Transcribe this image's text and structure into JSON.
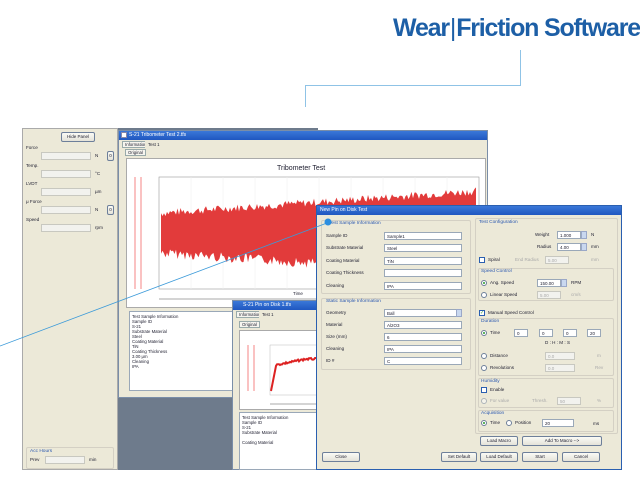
{
  "logo": {
    "left": "Wear",
    "right": "Friction Software"
  },
  "colors": {
    "brand": "#1d5fa6",
    "plot": "#e23b3b",
    "titlebar": "#1f57c0"
  },
  "left_panel": {
    "hide_button": "Hide Panel",
    "fields": [
      {
        "label": "Force",
        "unit": "N",
        "btn": "0"
      },
      {
        "label": "Temp.",
        "unit": "°C"
      },
      {
        "label": "LVDT",
        "unit": "µm"
      },
      {
        "label": "μ Force",
        "unit": "N",
        "btn": "0"
      },
      {
        "label": "Speed",
        "unit": "rpm"
      }
    ],
    "acc_title": "Acc Hours",
    "acc_label": "Prev",
    "acc_unit": "min"
  },
  "main_window": {
    "title": "S-21 Tribometer Test 2.tfs",
    "tabs": [
      "Information",
      "Test 1"
    ],
    "subtab": "Original",
    "chart_title": "Tribometer Test",
    "x_axis_label": "Time",
    "info": "Test Sample Information\nSample ID\nS-21\nSubstrate Material\nSteel\nCoating Material\nTiN\nCoating Thickness\n3.00 μm\nCleaning\nIPA"
  },
  "second_window": {
    "title": "S-21 Pin on Disk 1.tfs",
    "tabs": [
      "Information",
      "Test 1"
    ],
    "subtab": "Original",
    "info": "Test Sample Information\nSample ID\nS-21\nSubstrate Material\n\nCoating Material"
  },
  "dialog": {
    "title": "New Pin on Disk Test",
    "sample_header": "Test Sample Information",
    "sample_fields": [
      {
        "label": "Sample ID",
        "value": "Sample1"
      },
      {
        "label": "Substrate Material",
        "value": "Steel"
      },
      {
        "label": "Coating Material",
        "value": "TiN"
      },
      {
        "label": "Coating Thickness",
        "value": ""
      },
      {
        "label": "Cleaning",
        "value": "IPA"
      }
    ],
    "static_header": "Static Sample Information",
    "static_fields": [
      {
        "label": "Geometry",
        "value": "Ball"
      },
      {
        "label": "Material",
        "value": "Al2O3"
      },
      {
        "label": "Size (mm)",
        "value": "6"
      },
      {
        "label": "Cleaning",
        "value": "IPA"
      },
      {
        "label": "ID #",
        "value": "C"
      }
    ],
    "config": {
      "header": "Test Configuration",
      "weight_label": "Weight",
      "weight": "1.000",
      "weight_unit": "N",
      "radius_label": "Radius",
      "radius": "4.00",
      "radius_unit": "mm",
      "spiral_label": "Spiral",
      "end_radius_label": "End Radius",
      "end_radius": "5.00",
      "end_radius_unit": "mm",
      "speed_header": "Speed Control",
      "ang_label": "Ang. Speed",
      "ang": "150.00",
      "ang_unit": "RPM",
      "lin_label": "Linear Speed",
      "lin": "5.00",
      "lin_unit": "cm/s",
      "manual_label": "Manual Speed Control",
      "duration_header": "Duration",
      "time_label": "Time",
      "time_values": [
        "0",
        "0",
        "0",
        "20"
      ],
      "time_format": "D : H : M : S",
      "distance_label": "Distance",
      "distance": "0.0",
      "distance_unit": "m",
      "rev_label": "Revolutions",
      "rev": "0.0",
      "rev_unit": "Rev",
      "humidity_header": "Humidity",
      "enable_label": "Enable",
      "for_value_label": "For value",
      "thresh_label": "Thresh.",
      "thresh": "50",
      "thresh_unit": "%",
      "acq_header": "Acquisition",
      "acq_time": "Time",
      "acq_position": "Position",
      "acq_value": "20",
      "acq_unit": "ms"
    },
    "buttons": {
      "load_macro": "Load Macro",
      "add_macro": "Add To Macro -->",
      "close": "Close",
      "set_default": "Set Default",
      "load_default": "Load Default",
      "start": "Start",
      "cancel": "Cancel"
    }
  }
}
